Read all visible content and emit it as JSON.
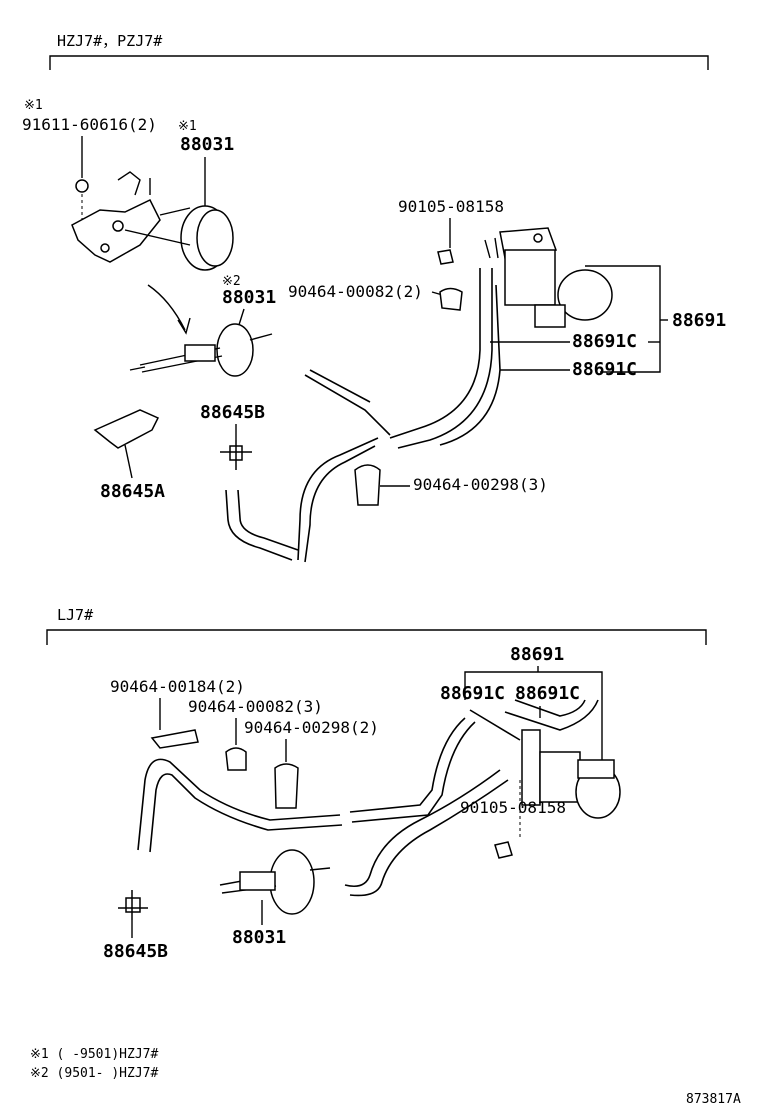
{
  "sections": {
    "top": {
      "title": "HZJ7#，PZJ7#"
    },
    "bottom": {
      "title": "LJ7#"
    }
  },
  "top_parts": {
    "note_mark_1": "※1",
    "part_91611": "91611-60616(2)",
    "note_mark_2": "※1",
    "part_88031_a": "88031",
    "note_mark_3": "※2",
    "part_88031_b": "88031",
    "part_90105": "90105-08158",
    "part_90464_82": "90464-00082(2)",
    "part_88691": "88691",
    "part_88691c_a": "88691C",
    "part_88691c_b": "88691C",
    "part_88645b": "88645B",
    "part_88645a": "88645A",
    "part_90464_298": "90464-00298(3)"
  },
  "bottom_parts": {
    "part_88691": "88691",
    "part_88691c_a": "88691C",
    "part_88691c_b": "88691C",
    "part_90464_184": "90464-00184(2)",
    "part_90464_82": "90464-00082(3)",
    "part_90464_298": "90464-00298(2)",
    "part_90105": "90105-08158",
    "part_88031": "88031",
    "part_88645b": "88645B"
  },
  "notes": {
    "note1": "※1 (     -9501)HZJ7#",
    "note2": "※2 (9501-     )HZJ7#"
  },
  "figure_id": "873817A"
}
